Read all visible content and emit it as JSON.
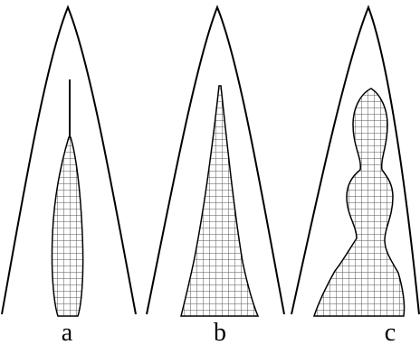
{
  "colors": {
    "outline": "#000000",
    "mesh": "#555555",
    "background": "#ffffff"
  },
  "panels": [
    {
      "label": "a"
    },
    {
      "label": "b"
    },
    {
      "label": "c"
    }
  ]
}
